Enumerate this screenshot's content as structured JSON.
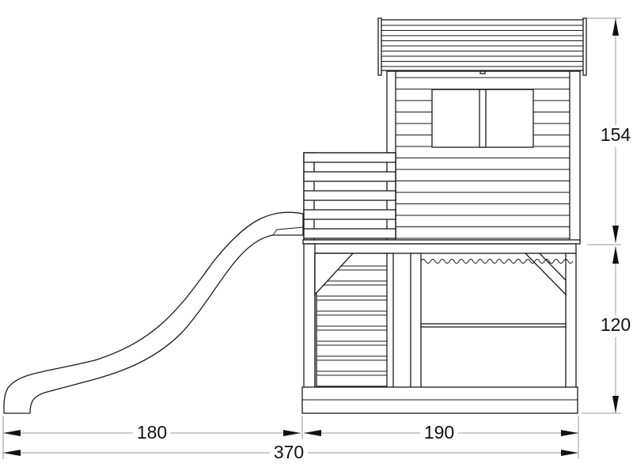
{
  "drawing": {
    "dimensions": {
      "roof_height": "154",
      "base_height": "120",
      "slide_length": "180",
      "house_width": "190",
      "total_width": "370"
    }
  }
}
